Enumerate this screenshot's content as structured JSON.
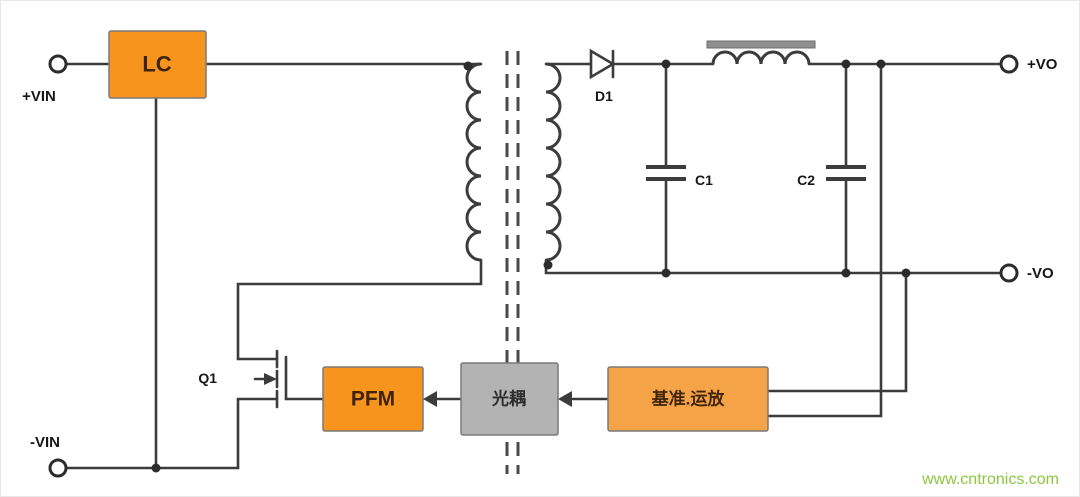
{
  "terminals": {
    "vin_pos": "+VIN",
    "vin_neg": "-VIN",
    "vo_pos": "+VO",
    "vo_neg": "-VO"
  },
  "components": {
    "diode": "D1",
    "cap1": "C1",
    "cap2": "C2",
    "mosfet": "Q1"
  },
  "blocks": {
    "input_filter": "LC",
    "controller": "PFM",
    "optocoupler": "光耦",
    "reference": "基准.运放"
  },
  "watermark": "www.cntronics.com",
  "colors": {
    "block_orange": "#F7941E",
    "block_orange_light": "#F5A347",
    "block_gray": "#B3B3B3",
    "wire": "#3C3C3C",
    "watermark_green": "#8DC63F"
  }
}
